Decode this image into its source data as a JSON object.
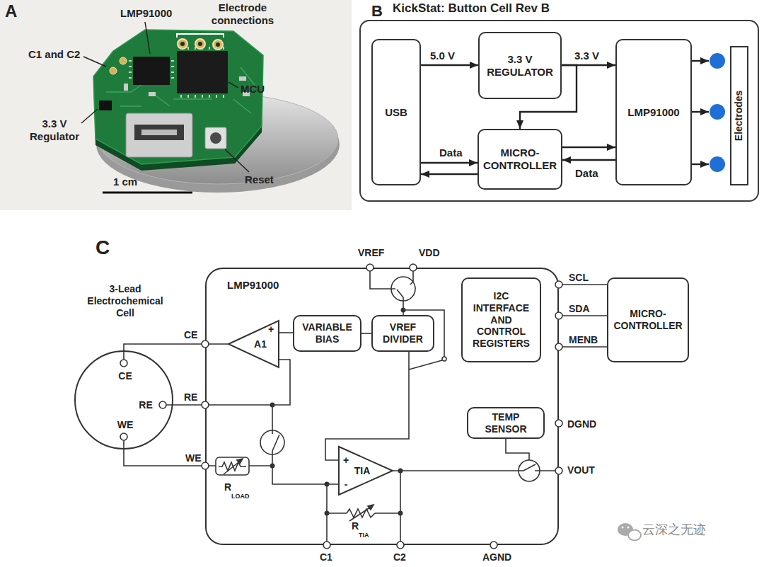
{
  "diagram": {
    "nodes": [
      {
        "text": [
          "KickStat: Button Cell Rev B"
        ]
      },
      {
        "text": [
          "USB"
        ],
        "in": 0
      },
      {
        "text": [
          "3.3 V REGULATOR"
        ],
        "in": 0
      },
      {
        "text": [
          "LMP91000"
        ],
        "in": 0
      },
      {
        "text": [
          "MICRO- CONTROLLER"
        ],
        "in": 0
      },
      {
        "text": [
          "Electrodes"
        ],
        "in": 0
      },
      {
        "text": [
          "3-Lead Electrochemical Cell",
          "CE",
          "RE",
          "WE"
        ]
      },
      {
        "text": [
          "LMP91000"
        ]
      },
      {
        "text": [
          "A1",
          "+"
        ],
        "in": 7
      },
      {
        "text": [
          "VARIABLE BIAS"
        ],
        "in": 7
      },
      {
        "text": [
          "VREF DIVIDER"
        ],
        "in": 7
      },
      {
        "text": [
          "I2C INTERFACE AND CONTROL REGISTERS"
        ],
        "in": 7
      },
      {
        "text": [
          "TEMP SENSOR"
        ],
        "in": 7
      },
      {
        "text": [
          "TIA",
          "+",
          "-"
        ],
        "in": 7
      },
      {
        "text": [
          "MICRO- CONTROLLER"
        ]
      }
    ],
    "edges": [
      {
        "from": 1,
        "to": 2,
        "label": "5.0 V",
        "arrow": "to"
      },
      {
        "from": 2,
        "to": 3,
        "label": "3.3 V",
        "arrow": "to"
      },
      {
        "from": 2,
        "to": 4,
        "arrow": "to"
      },
      {
        "from": 1,
        "to": 4,
        "label": "Data",
        "arrow": "to"
      },
      {
        "from": 4,
        "to": 1,
        "arrow": "to"
      },
      {
        "from": 4,
        "to": 3,
        "arrow": "to"
      },
      {
        "from": 3,
        "to": 4,
        "label": "Data",
        "arrow": "to"
      },
      {
        "from": 3,
        "to": 5,
        "arrow": "to"
      },
      {
        "from": 3,
        "to": 5,
        "arrow": "to"
      },
      {
        "from": 3,
        "to": 5,
        "arrow": "to"
      },
      {
        "from": 6,
        "to": 8,
        "label": "CE",
        "arrow": "none"
      },
      {
        "from": 6,
        "to": 8,
        "label": "RE",
        "arrow": "none"
      },
      {
        "from": 6,
        "to": 13,
        "label": "WE",
        "arrow": "none"
      },
      {
        "from": 9,
        "to": 8,
        "arrow": "none"
      },
      {
        "from": 10,
        "to": 9,
        "arrow": "none"
      },
      {
        "from": 10,
        "to": 13,
        "arrow": "none"
      },
      {
        "from": 7,
        "to": 14,
        "label": "SCL",
        "arrow": "none"
      },
      {
        "from": 7,
        "to": 14,
        "label": "SDA",
        "arrow": "none"
      },
      {
        "from": 7,
        "to": 14,
        "label": "MENB",
        "arrow": "none"
      }
    ],
    "labels": [
      "A",
      "LMP91000",
      "Electrode connections",
      "C1 and C2",
      "MCU",
      "3.3 V Regulator",
      "Reset",
      "1 cm",
      "B",
      "C",
      "VREF",
      "VDD",
      "DGND",
      "VOUT",
      "C1",
      "C2",
      "AGND",
      "R",
      "LOAD",
      "R",
      "TIA",
      "云深之无迹"
    ]
  }
}
